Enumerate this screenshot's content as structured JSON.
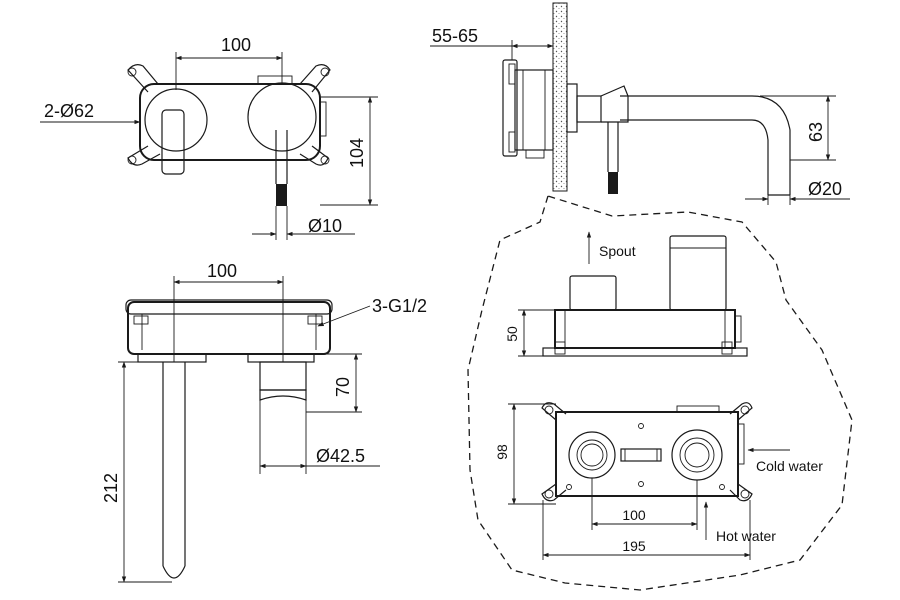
{
  "front_view": {
    "spacing_dim": "100",
    "height_dim": "104",
    "flange_dim": "2-Ø62",
    "handle_dim": "Ø10"
  },
  "side_view": {
    "depth_dim": "55-65",
    "spout_height_dim": "63",
    "spout_dia_dim": "Ø20"
  },
  "top_view": {
    "spacing_dim": "100",
    "inlet_dim": "3-G1/2",
    "body_depth_dim": "70",
    "body_dia_dim": "Ø42.5",
    "spout_length_dim": "212"
  },
  "box_side_view": {
    "spout_label": "Spout",
    "height_dim": "50"
  },
  "box_front_view": {
    "height_dim": "98",
    "spacing_dim": "100",
    "width_dim": "195",
    "cold_label": "Cold water",
    "hot_label": "Hot water"
  },
  "colors": {
    "line": "#1a1a1a",
    "background": "#ffffff"
  }
}
